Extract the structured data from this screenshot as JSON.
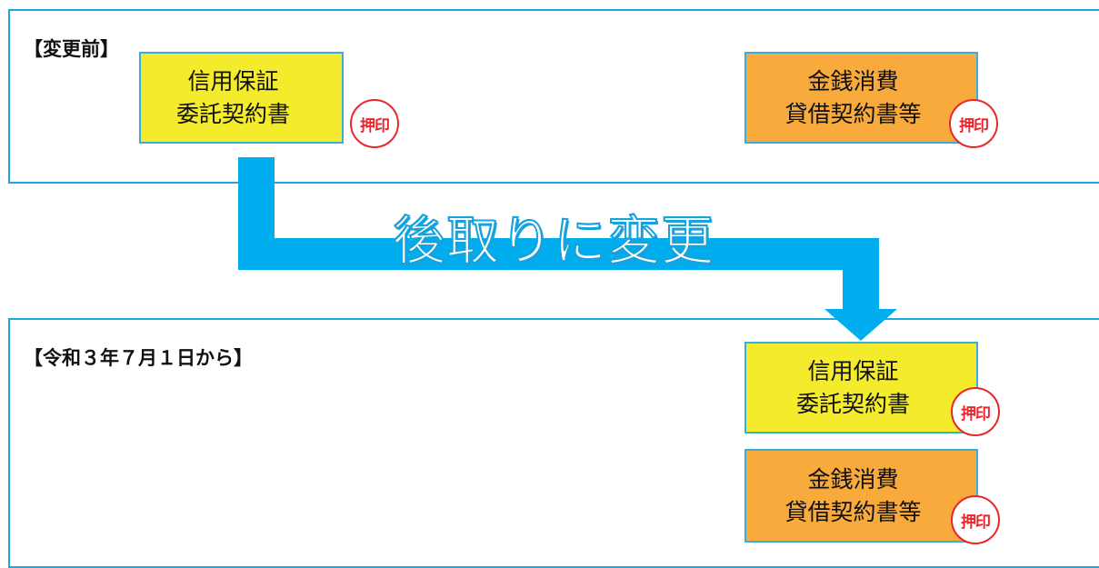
{
  "before": {
    "title": "【変更前】",
    "doc_guarantee": {
      "line1": "信用保証",
      "line2": "委託契約書"
    },
    "doc_loan": {
      "line1": "金銭消費",
      "line2": "貸借契約書等"
    }
  },
  "arrow": {
    "label": "後取りに変更"
  },
  "after": {
    "title": "【令和３年７月１日から】",
    "doc_guarantee": {
      "line1": "信用保証",
      "line2": "委託契約書"
    },
    "doc_loan": {
      "line1": "金銭消費",
      "line2": "貸借契約書等"
    }
  },
  "seal": {
    "text": "押印"
  },
  "colors": {
    "border": "#1aa8e0",
    "arrow": "#00aeef",
    "yellow_doc": "#f3eb2c",
    "orange_doc": "#f8ab3c",
    "seal_red": "#e8262b"
  }
}
